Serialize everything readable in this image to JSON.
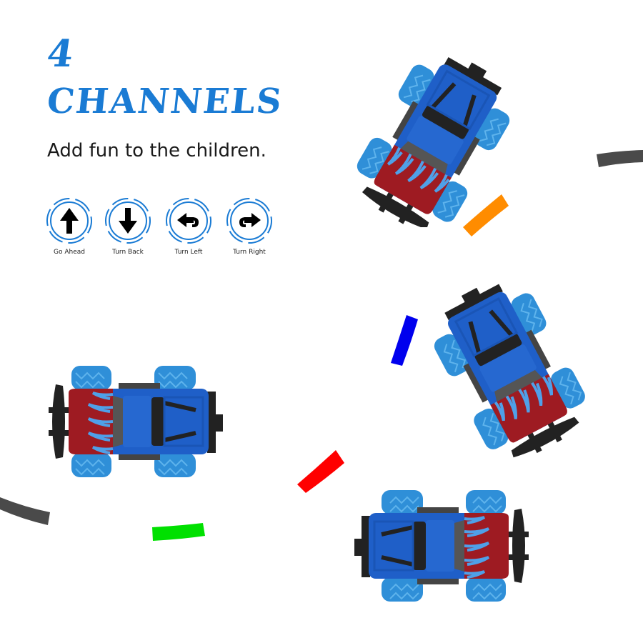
{
  "header": {
    "number": "4",
    "title": "CHANNELS",
    "subtitle": "Add fun to the children.",
    "accent_color": "#1a7bd4"
  },
  "controls": [
    {
      "label": "Go Ahead",
      "icon": "arrow-up-icon"
    },
    {
      "label": "Turn Back",
      "icon": "arrow-down-icon"
    },
    {
      "label": "Turn Left",
      "icon": "turn-left-icon"
    },
    {
      "label": "Turn Right",
      "icon": "turn-right-icon"
    }
  ],
  "road_marks": [
    {
      "color": "#4a4a4a",
      "position": "top-right"
    },
    {
      "color": "#ff8c00",
      "position": "upper-middle"
    },
    {
      "color": "#0000ee",
      "position": "middle"
    },
    {
      "color": "#ff0000",
      "position": "lower-middle"
    },
    {
      "color": "#00e000",
      "position": "lower-left"
    },
    {
      "color": "#4a4a4a",
      "position": "left-edge"
    }
  ],
  "trucks": [
    {
      "name": "monster-truck-top",
      "body_color": "#1f5fc8",
      "flame_color": "#9e1b22"
    },
    {
      "name": "monster-truck-left",
      "body_color": "#1f5fc8",
      "flame_color": "#9e1b22"
    },
    {
      "name": "monster-truck-right",
      "body_color": "#1f5fc8",
      "flame_color": "#9e1b22"
    },
    {
      "name": "monster-truck-bottom",
      "body_color": "#1f5fc8",
      "flame_color": "#9e1b22"
    }
  ]
}
